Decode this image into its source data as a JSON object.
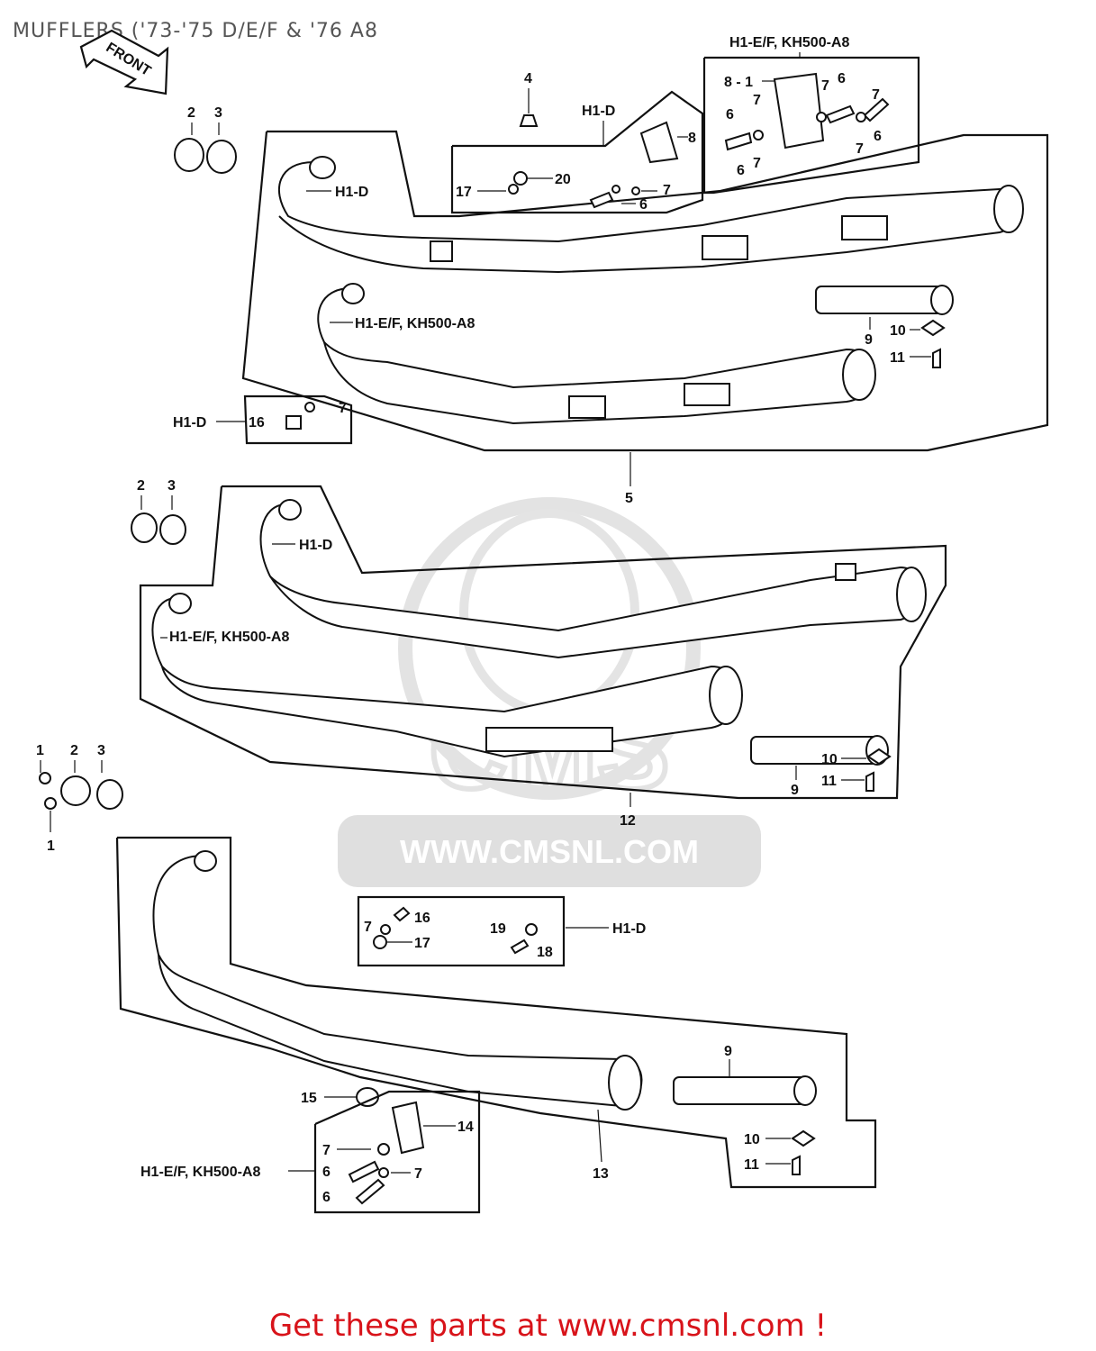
{
  "page_title": "MUFFLERS ('73-'75 D/E/F & '76 A8",
  "footer_cta": "Get these parts at www.cmsnl.com !",
  "watermark": {
    "text": "WWW.CMSNL.COM",
    "logo_letters": "CMS"
  },
  "front_arrow": "FRONT",
  "variants": {
    "h1d": "H1-D",
    "h1ef": "H1-E/F, KH500-A8",
    "h1ef_tight": "H1-E/F, KH500-A8"
  },
  "callouts": {
    "c1": "1",
    "c2": "2",
    "c3": "3",
    "c4": "4",
    "c5": "5",
    "c6": "6",
    "c7": "7",
    "c8": "8",
    "c8_1": "8 - 1",
    "c9": "9",
    "c10": "10",
    "c11": "11",
    "c12": "12",
    "c13": "13",
    "c14": "14",
    "c15": "15",
    "c16": "16",
    "c17": "17",
    "c18": "18",
    "c19": "19",
    "c20": "20"
  },
  "colors": {
    "cta": "#d8131a",
    "title": "#555555",
    "watermark": "#d9d9d9"
  }
}
